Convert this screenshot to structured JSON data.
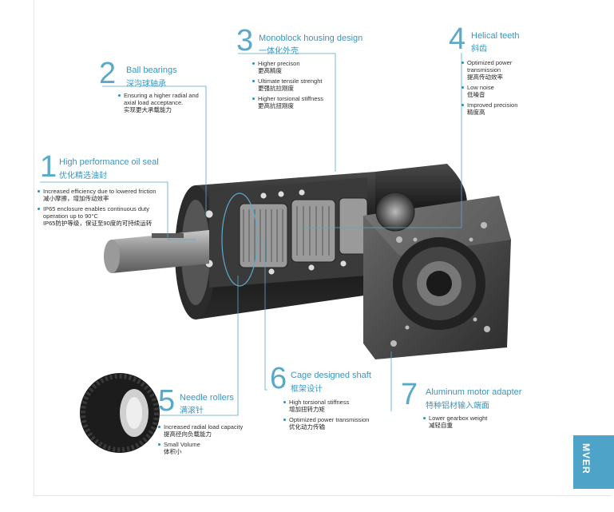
{
  "callouts": [
    {
      "num": "1",
      "title": "High performance oil seal",
      "title_cn": "优化精选油封",
      "items": [
        {
          "en": "Increased efficiency due to lowered friction",
          "cn": "减小摩擦，增加传动效率"
        },
        {
          "en": "IP65 enclosure enables continuous duty operation up to 90°C",
          "cn": "IP65防护等级，保证至90度的可持续运转"
        }
      ]
    },
    {
      "num": "2",
      "title": "Ball bearings",
      "title_cn": "深沟球轴承",
      "items": [
        {
          "en": "Ensuring a higher radial and axial load acceptance.",
          "cn": "实现更大承载能力"
        }
      ]
    },
    {
      "num": "3",
      "title": "Monoblock housing design",
      "title_cn": "一体化外壳",
      "items": [
        {
          "en": "Higher precison",
          "cn": "更高精度"
        },
        {
          "en": "Ultimate tensile strenght",
          "cn": "更强抗拉刚度"
        },
        {
          "en": "Higher torsional  stiffness",
          "cn": "更高抗扭刚度"
        }
      ]
    },
    {
      "num": "4",
      "title": "Helical teeth",
      "title_cn": "斜齿",
      "items": [
        {
          "en": "Optimized power transmission",
          "cn": "提高传动效率"
        },
        {
          "en": "Low noise",
          "cn": "低噪音"
        },
        {
          "en": "Improved precision",
          "cn": "精度高"
        }
      ]
    },
    {
      "num": "5",
      "title": "Needle rollers",
      "title_cn": "满滚针",
      "items": [
        {
          "en": "Increased radial load capacity",
          "cn": "提高径向负载能力"
        },
        {
          "en": "Small Volume",
          "cn": "体积小"
        }
      ]
    },
    {
      "num": "6",
      "title": "Cage designed shaft",
      "title_cn": "框架设计",
      "items": [
        {
          "en": "High torsional stiffness",
          "cn": "增加扭转力矩"
        },
        {
          "en": "Optimized power transmission",
          "cn": "优化动力传输"
        }
      ]
    },
    {
      "num": "7",
      "title": "Aluminum motor adapter",
      "title_cn": "特种铝材输入端面",
      "items": [
        {
          "en": "Lower gearbox weight",
          "cn": "减轻自重"
        }
      ]
    }
  ],
  "side_tab": "MVER",
  "colors": {
    "accent": "#3a95bf",
    "tab": "#4ea4c8",
    "body": "#1a1a1a"
  }
}
